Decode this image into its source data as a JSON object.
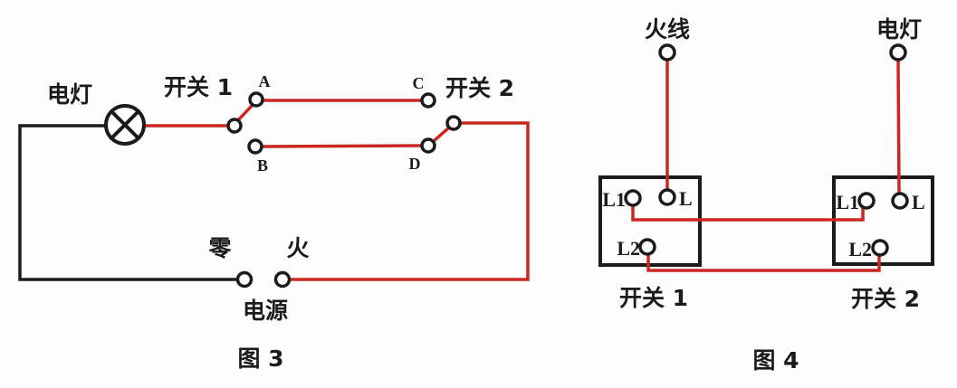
{
  "colors": {
    "ink": "#1b1b1b",
    "red": "#cc2621",
    "bg": "#fdfdfd"
  },
  "fig3": {
    "title": "图 3",
    "lamp_label": "电灯",
    "switch1_label": "开关 1",
    "switch2_label": "开关 2",
    "terminal_a": "A",
    "terminal_b": "B",
    "terminal_c": "C",
    "terminal_d": "D",
    "neutral_label": "零",
    "live_label": "火",
    "power_label": "电源"
  },
  "fig4": {
    "title": "图 4",
    "live_wire_label": "火线",
    "lamp_label": "电灯",
    "switch1_label": "开关 1",
    "switch2_label": "开关 2",
    "sw1_l1": "L1",
    "sw1_l": "L",
    "sw1_l2": "L2",
    "sw2_l1": "L1",
    "sw2_l": "L",
    "sw2_l2": "L2"
  }
}
